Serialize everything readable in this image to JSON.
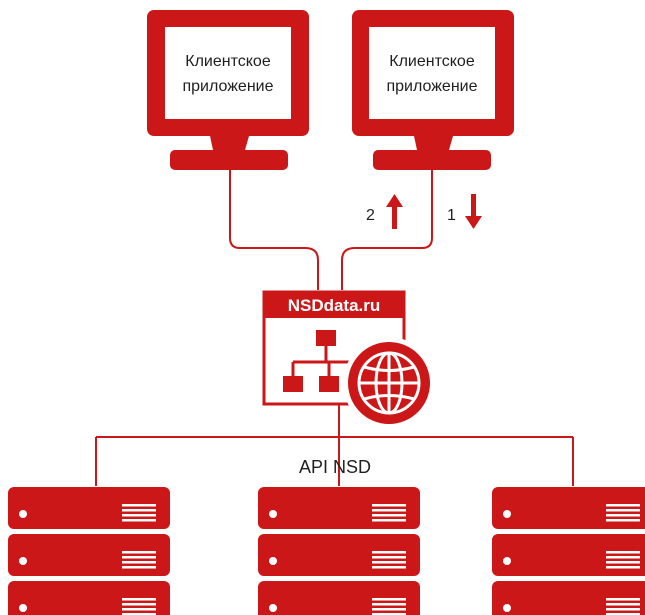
{
  "colors": {
    "accent": "#cc1719",
    "accent_dark": "#b01214",
    "text": "#1f1f1f",
    "background": "#ffffff"
  },
  "clients": [
    {
      "line1": "Клиентское",
      "line2": "приложение",
      "icon": "monitor-icon"
    },
    {
      "line1": "Клиентское",
      "line2": "приложение",
      "icon": "monitor-icon"
    }
  ],
  "arrows": [
    {
      "label": "2",
      "direction": "up",
      "icon": "arrow-up-icon"
    },
    {
      "label": "1",
      "direction": "down",
      "icon": "arrow-down-icon"
    }
  ],
  "hub": {
    "brand": "NSDdata.ru",
    "icons": [
      "hierarchy-icon",
      "globe-icon"
    ]
  },
  "bus": {
    "label": "API NSD"
  },
  "server_stacks": [
    {
      "icon": "server-stack-icon",
      "units": 3
    },
    {
      "icon": "server-stack-icon",
      "units": 3
    },
    {
      "icon": "server-stack-icon",
      "units": 3
    }
  ]
}
